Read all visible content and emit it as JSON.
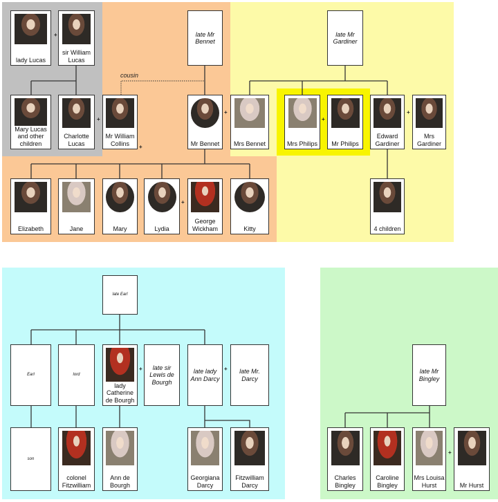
{
  "regions": {
    "lucas": "#c0c0c0",
    "bennet": "#fbc896",
    "gardiner": "#fdfaa8",
    "philips_highlight": "#f8f400",
    "de_bourgh_darcy": "#c4fbfb",
    "bingley": "#ccf8c8"
  },
  "annotations": {
    "cousin": "cousin"
  },
  "people": {
    "lady_lucas": "lady Lucas",
    "sir_william": "sir William\nLucas",
    "mary_lucas": "Mary Lucas\nand other\nchildren",
    "charlotte": "Charlotte\nLucas",
    "collins": "Mr William\nCollins",
    "late_bennet": "late Mr\nBennet",
    "mr_bennet": "Mr Bennet",
    "mrs_bennet": "Mrs Bennet",
    "late_gardiner": "late Mr\nGardiner",
    "mrs_philips": "Mrs Philips",
    "mr_philips": "Mr Philips",
    "edward_gardiner": "Edward\nGardiner",
    "mrs_gardiner": "Mrs\nGardiner",
    "elizabeth": "Elizabeth",
    "jane": "Jane",
    "mary": "Mary",
    "lydia": "Lydia",
    "wickham": "George\nWickham",
    "kitty": "Kitty",
    "gardiner_children": "4 children",
    "late_earl": "late  Earl",
    "earl": "Earl",
    "lord": "lord",
    "catherine": "lady\nCatherine\nde Bourgh",
    "sir_lewis": "late sir\nLewis de\nBourgh",
    "lady_ann": "late lady\nAnn Darcy",
    "late_darcy": "late Mr.\nDarcy",
    "son": "son",
    "colonel": "colonel\nFitzwilliam",
    "ann_de_bourgh": "Ann de\nBourgh",
    "georgiana": "Georgiana\nDarcy",
    "fitzwilliam_darcy": "Fitzwilliam\nDarcy",
    "late_bingley": "late Mr\nBingley",
    "charles": "Charles\nBingley",
    "caroline": "Caroline\nBingley",
    "louisa": "Mrs Louisa\nHurst",
    "hurst": "Mr Hurst"
  },
  "marriage_symbol": "+"
}
